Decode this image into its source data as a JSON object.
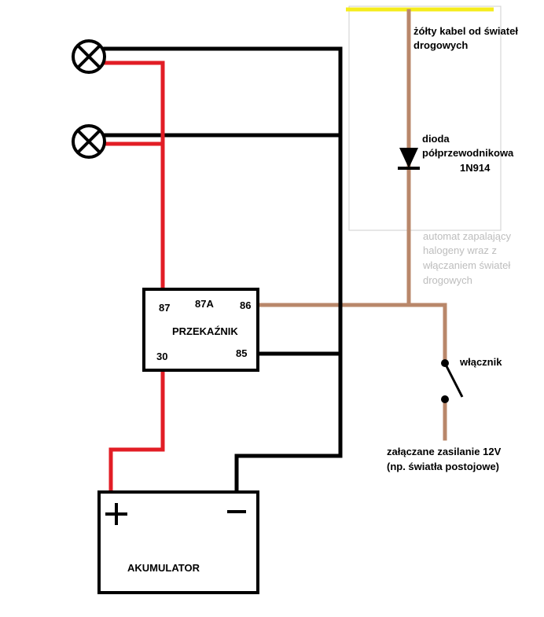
{
  "relay": {
    "title": "PRZEKAŹNIK",
    "pin_87": "87",
    "pin_87a": "87A",
    "pin_86": "86",
    "pin_30": "30",
    "pin_85": "85"
  },
  "battery": {
    "title": "AKUMULATOR",
    "plus": "+",
    "minus": "−"
  },
  "yellow_wire_label": {
    "line1": "żółty kabel od świateł",
    "line2": "drogowych"
  },
  "diode_label": {
    "line1": "dioda",
    "line2": "półprzewodnikowa",
    "line3": "1N914"
  },
  "auto_note": {
    "line1": "automat zapalający",
    "line2": "halogeny wraz z",
    "line3": "włączaniem świateł",
    "line4": "drogowych"
  },
  "switch_label": "włącznik",
  "supply_label": {
    "line1": "załączane zasilanie 12V",
    "line2": "(np. światła postojowe)"
  },
  "colors": {
    "red_wire": "#e21d25",
    "black_wire": "#000000",
    "brown_wire": "#b9876a",
    "yellow_wire": "#f5ec1c",
    "note_gray": "#bdbdbd"
  }
}
